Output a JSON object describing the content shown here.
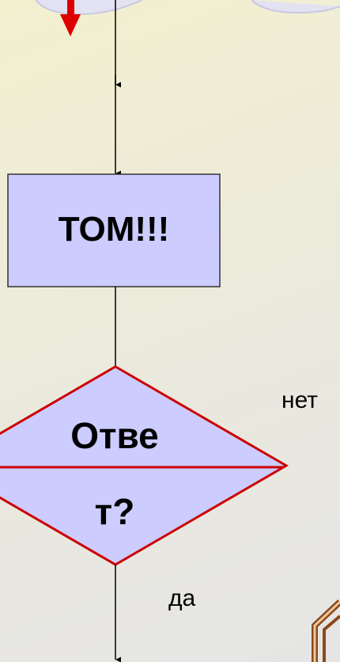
{
  "flowchart": {
    "process_box": {
      "text": "ТОМ!!!"
    },
    "decision": {
      "line1": "Отве",
      "line2": "т?"
    },
    "branch_no_label": "нет",
    "branch_yes_label": "да"
  },
  "colors": {
    "shape_fill": "#ccccff",
    "decision_stroke": "#cc0000",
    "arrow_red": "#dd0000",
    "connector": "#000000"
  }
}
